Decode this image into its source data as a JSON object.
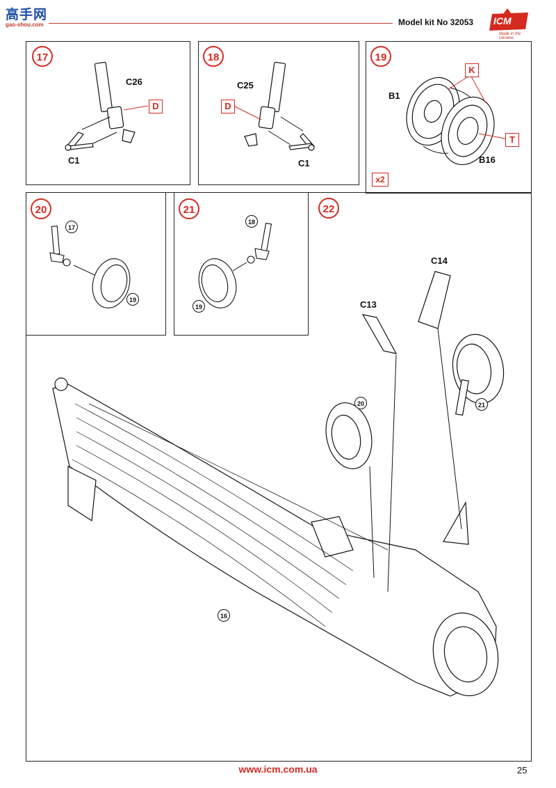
{
  "header": {
    "watermark_title": "高手网",
    "watermark_sub": "gao-shou.com",
    "model_kit": "Model kit No 32053",
    "brand": "ICM",
    "brand_tag": "Made in the Ukraine"
  },
  "steps": [
    {
      "number": "17",
      "labels": {
        "part_top": "C26",
        "part_bottom": "C1",
        "glue": "D"
      }
    },
    {
      "number": "18",
      "labels": {
        "part_top": "C25",
        "part_bottom": "C1",
        "glue": "D"
      }
    },
    {
      "number": "19",
      "labels": {
        "part_left": "B1",
        "part_right": "B16",
        "glue_k": "K",
        "glue_t": "T",
        "multiplier": "x2"
      }
    },
    {
      "number": "20",
      "refs": {
        "strut": "17",
        "wheel": "19"
      }
    },
    {
      "number": "21",
      "refs": {
        "strut": "18",
        "wheel": "19"
      }
    },
    {
      "number": "22",
      "labels": {
        "part_c14": "C14",
        "part_c13": "C13"
      },
      "refs": {
        "left_gear": "20",
        "right_gear": "21",
        "fuselage": "16"
      }
    }
  ],
  "colors": {
    "accent": "#d42a20",
    "ink": "#111111",
    "brand_blue": "#1f4fa8"
  },
  "footer": {
    "url": "www.icm.com.ua",
    "page": "25"
  }
}
